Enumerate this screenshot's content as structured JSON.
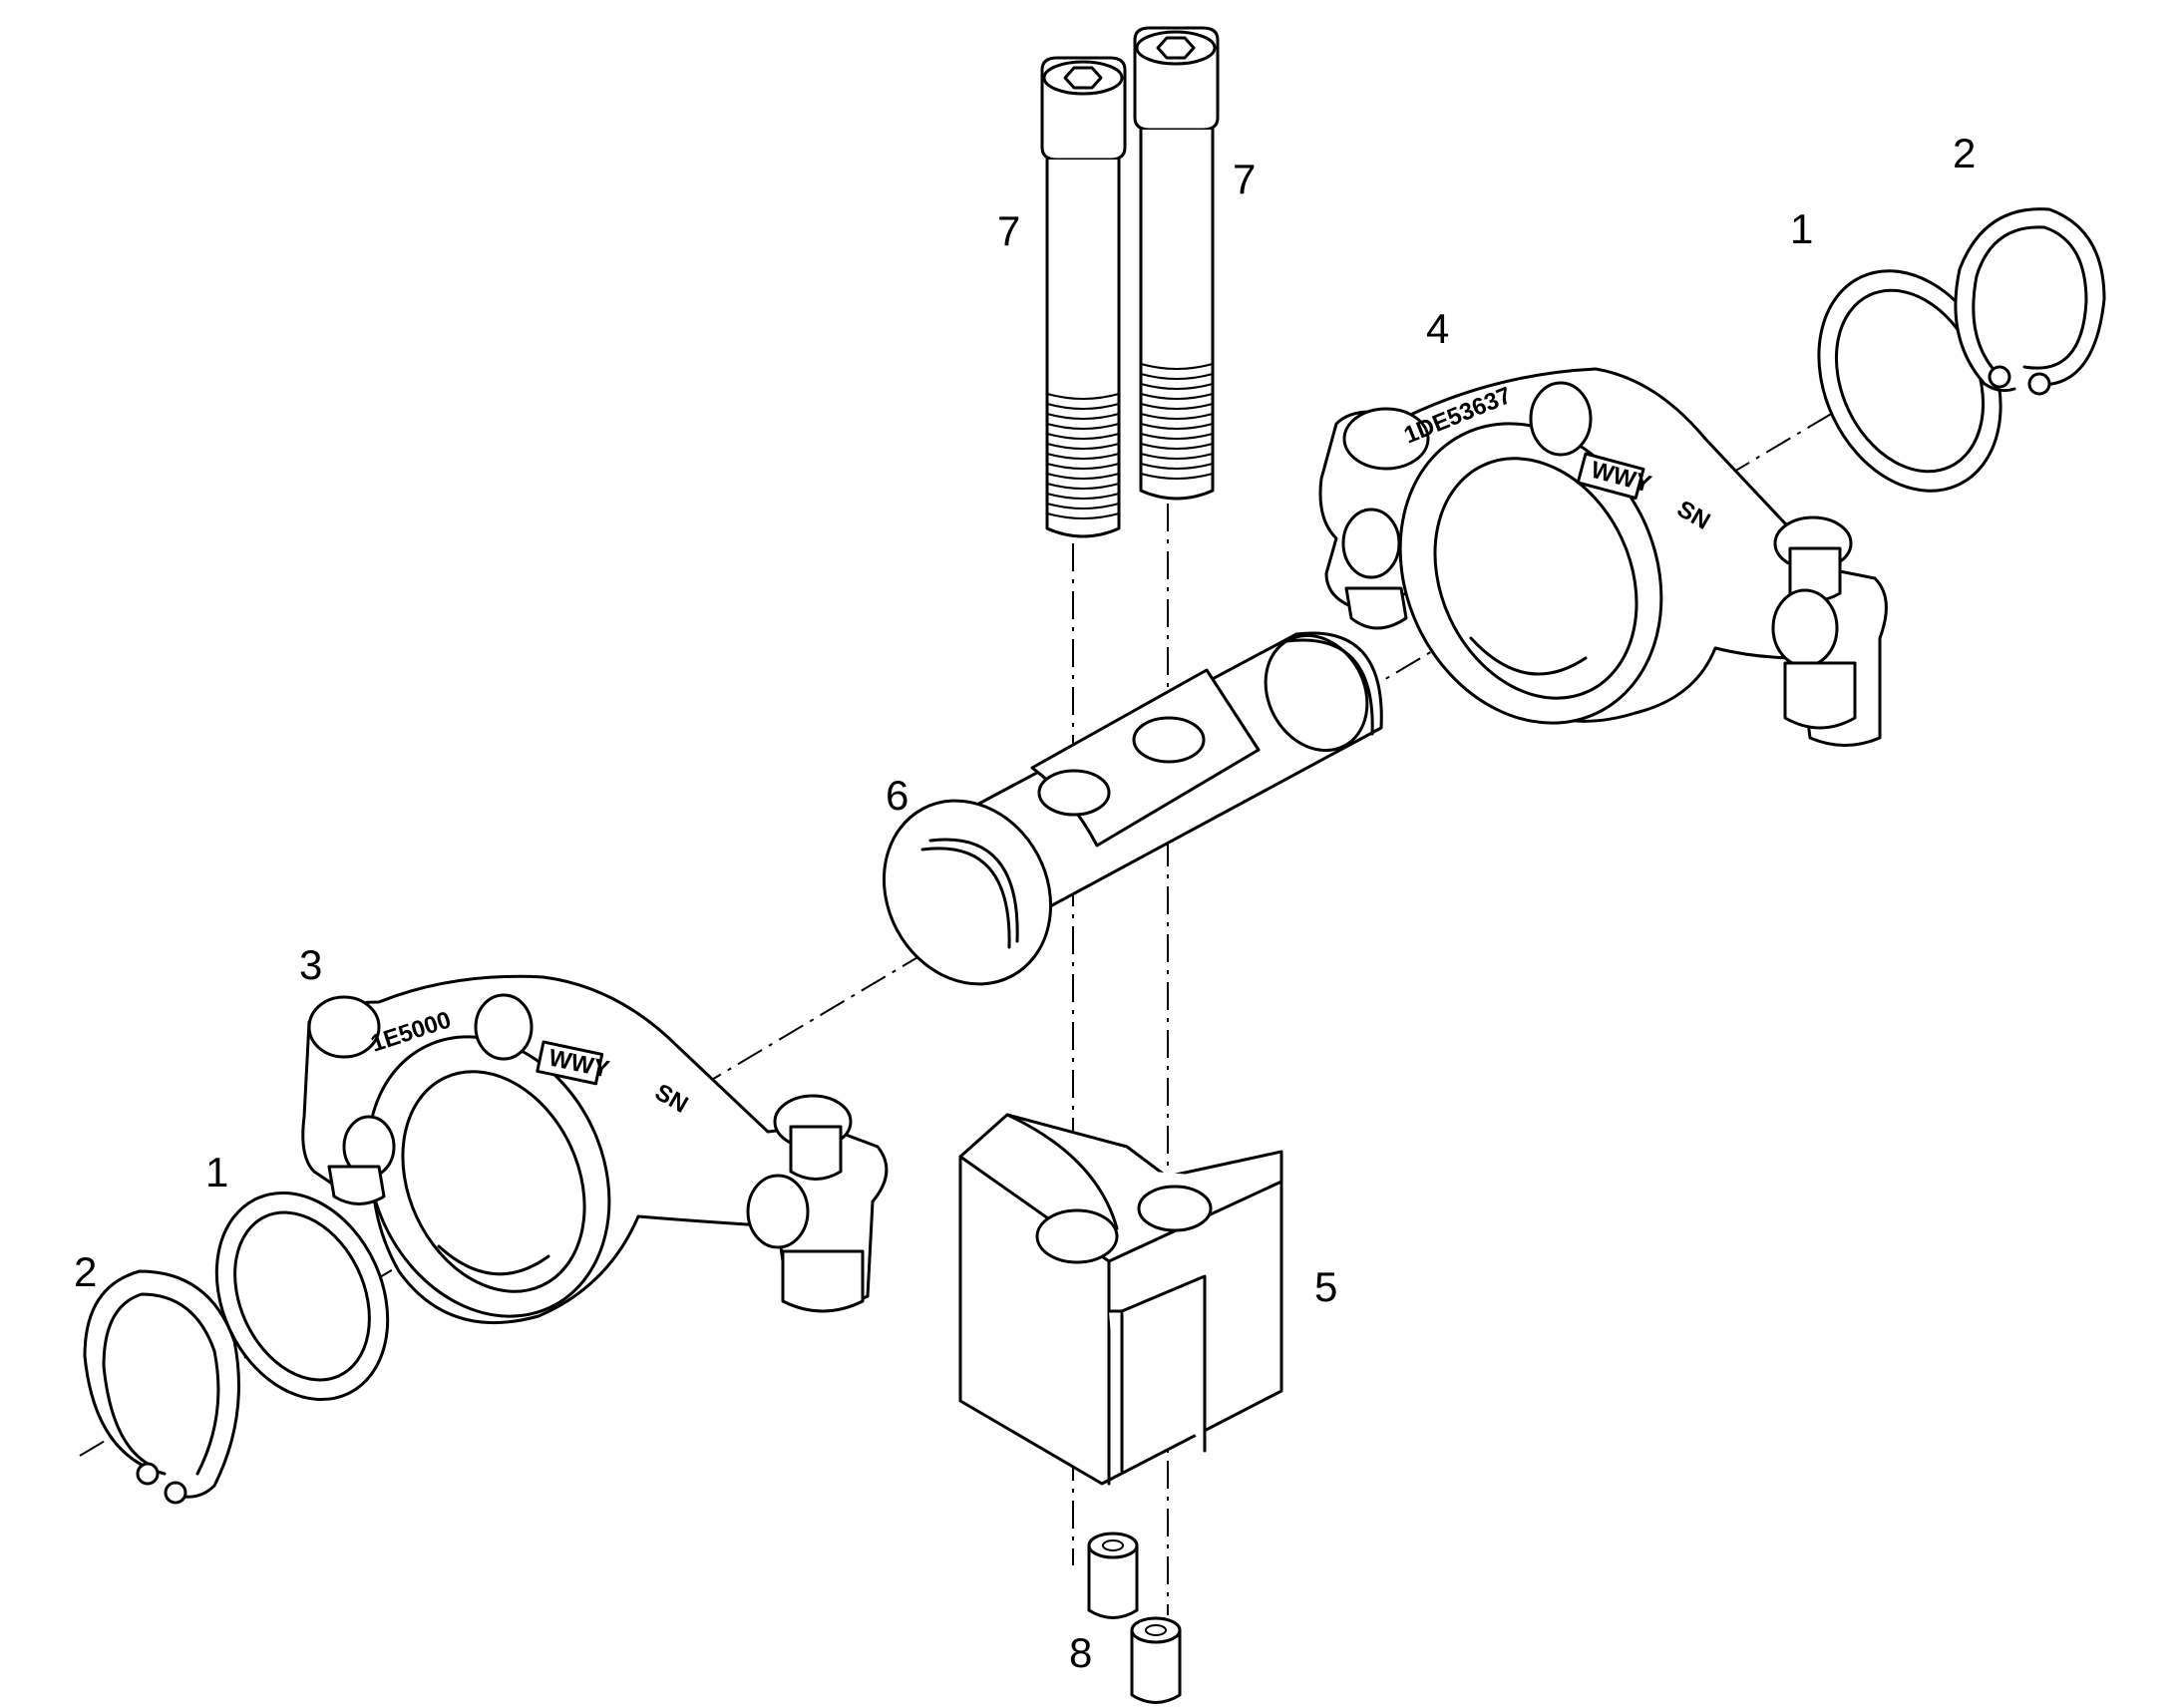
{
  "callouts": [
    {
      "id": "c1",
      "text": "1"
    },
    {
      "id": "c2",
      "text": "2"
    },
    {
      "id": "c3",
      "text": "3"
    },
    {
      "id": "c4",
      "text": "4"
    },
    {
      "id": "c5",
      "text": "5"
    },
    {
      "id": "c6",
      "text": "6"
    },
    {
      "id": "c7",
      "text": "7"
    },
    {
      "id": "c8",
      "text": "8"
    }
  ],
  "markings": {
    "rocker_arm_left_part_no": "1E5000",
    "rocker_arm_right_part_no": "1DE53637",
    "brand_mark": "WWY",
    "side_mark": "SN"
  }
}
